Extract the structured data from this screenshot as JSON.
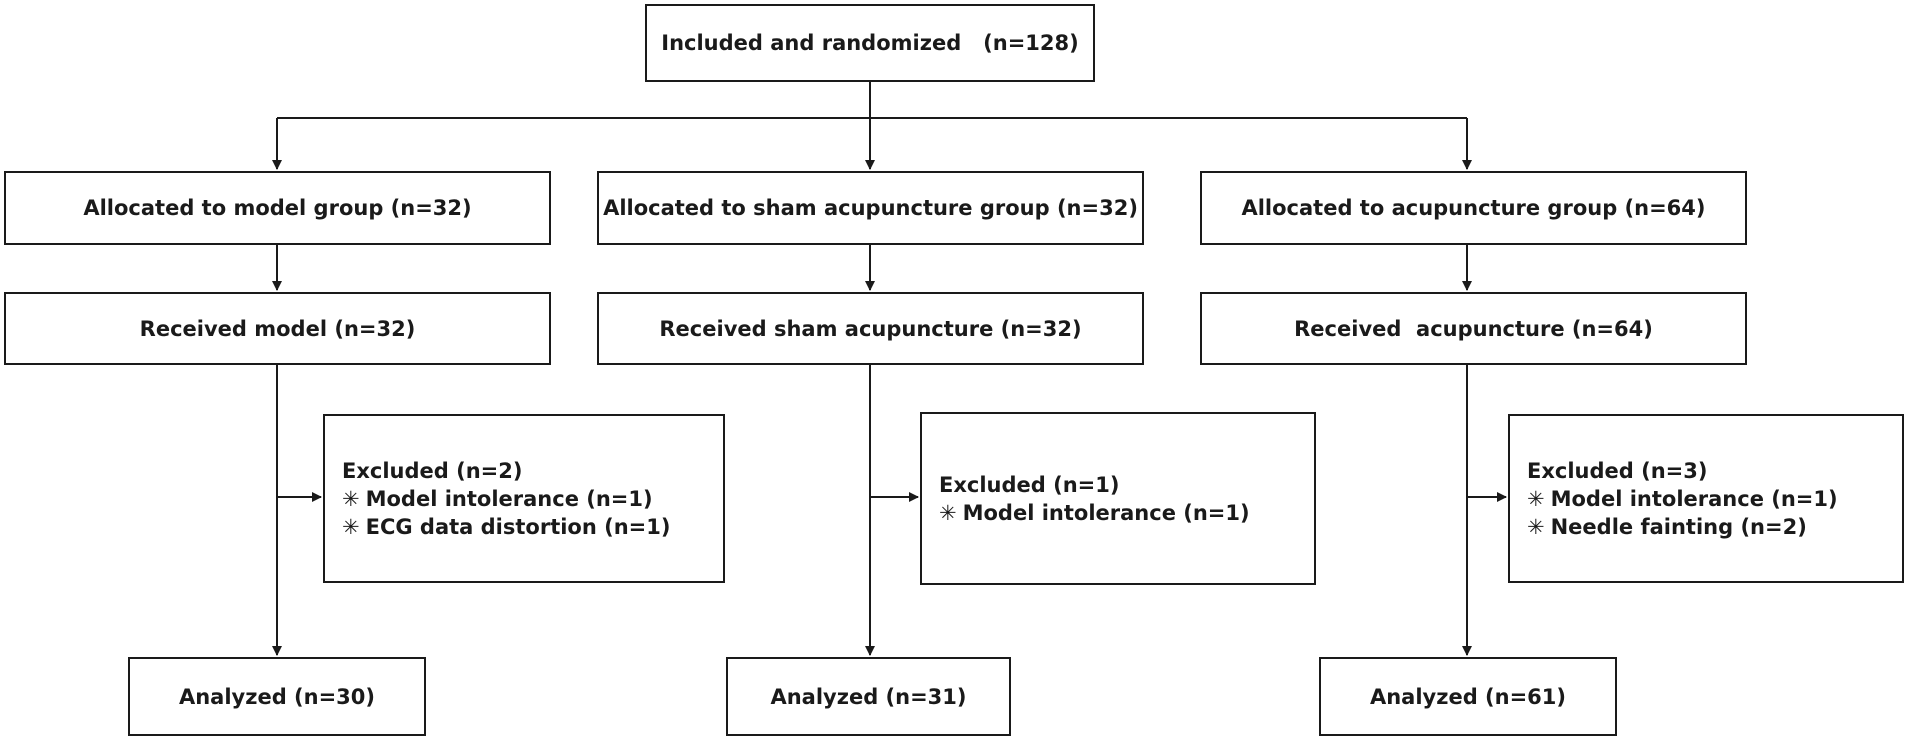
{
  "top": {
    "label": "Included and randomized   (n=128)"
  },
  "groups": [
    {
      "allocated": "Allocated to model group (n=32)",
      "received": "Received model (n=32)",
      "excluded": {
        "title": "Excluded (n=2)",
        "items": [
          "Model intolerance (n=1)",
          "ECG data distortion (n=1)"
        ]
      },
      "analyzed": "Analyzed (n=30)"
    },
    {
      "allocated": "Allocated to sham acupuncture group (n=32)",
      "received": "Received sham acupuncture (n=32)",
      "excluded": {
        "title": "Excluded (n=1)",
        "items": [
          "Model intolerance (n=1)"
        ]
      },
      "analyzed": "Analyzed (n=31)"
    },
    {
      "allocated": "Allocated to acupuncture group (n=64)",
      "received": "Received  acupuncture (n=64)",
      "excluded": {
        "title": "Excluded (n=3)",
        "items": [
          "Model intolerance (n=1)",
          "Needle fainting (n=2)"
        ]
      },
      "analyzed": "Analyzed (n=61)"
    }
  ],
  "bullet_symbol": "✳",
  "line_color": "#1a1a1a"
}
